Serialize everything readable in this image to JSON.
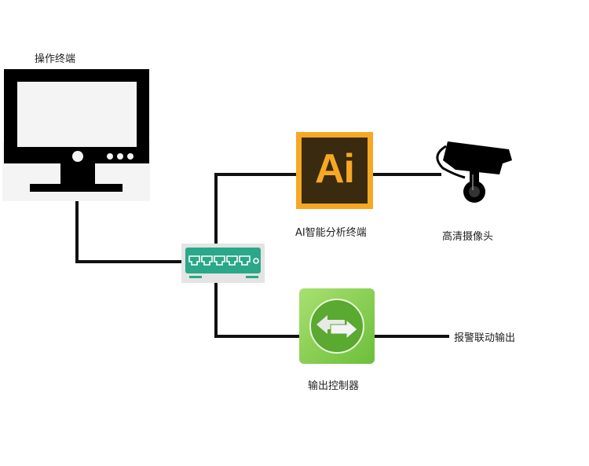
{
  "nodes": {
    "terminal": {
      "label": "操作终端",
      "icon": "monitor-icon"
    },
    "switch": {
      "label": "",
      "icon": "network-switch-icon",
      "color": "#2aa889"
    },
    "ai_terminal": {
      "label": "AI智能分析终端",
      "icon": "ai-logo-icon",
      "icon_text": "Ai",
      "color": "#f7a823",
      "bg": "#3a2a10"
    },
    "camera": {
      "label": "高清摄像头",
      "icon": "camera-icon"
    },
    "controller": {
      "label": "输出控制器",
      "icon": "exchange-arrows-icon",
      "color": "#7dc542"
    },
    "alarm_output": {
      "label": "报警联动输出"
    }
  }
}
